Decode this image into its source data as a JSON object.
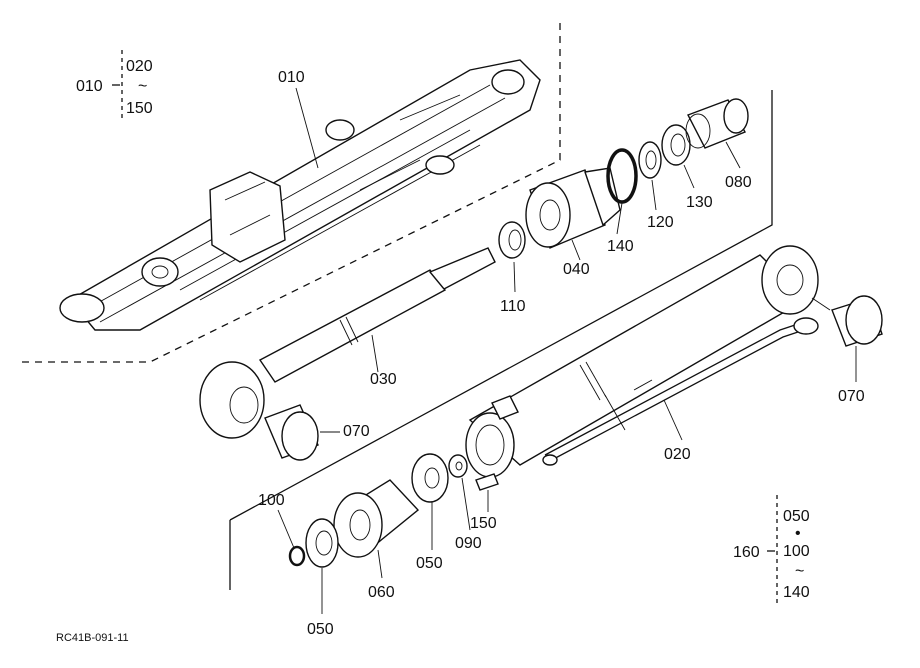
{
  "labels": {
    "p010": "010",
    "p020": "020",
    "p030": "030",
    "p040": "040",
    "p050": "050",
    "p060": "060",
    "p070": "070",
    "p080": "080",
    "p090": "090",
    "p100": "100",
    "p110": "110",
    "p120": "120",
    "p130": "130",
    "p140": "140",
    "p150": "150",
    "p160": "160",
    "tilde": "~",
    "bullet": "•"
  },
  "caption": "RC41B-091-11",
  "colors": {
    "ink": "#111111",
    "paper": "#ffffff"
  }
}
